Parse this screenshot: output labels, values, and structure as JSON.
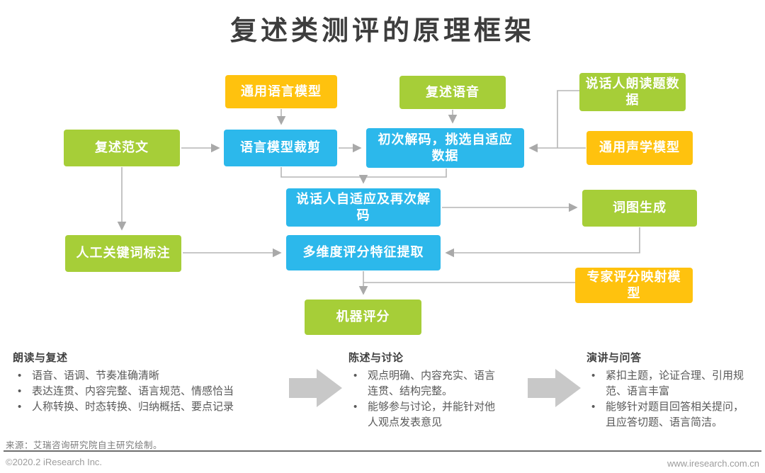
{
  "title": "复述类测评的原理框架",
  "colors": {
    "yellow": "#FFC20E",
    "green": "#A6CE38",
    "blue": "#2CB8EB",
    "connector_gray": "#B5B5B5",
    "big_arrow_gray": "#C8C8C8",
    "title_text": "#3D3D3D",
    "body_text": "#595959"
  },
  "flowchart": {
    "nodes": [
      {
        "id": "general-language-model",
        "label": "通用语言模型",
        "color": "yellow"
      },
      {
        "id": "retell-speech",
        "label": "复述语音",
        "color": "green"
      },
      {
        "id": "speaker-reading-data",
        "label": "说话人朗读题数\n据",
        "color": "green"
      },
      {
        "id": "retell-passage",
        "label": "复述范文",
        "color": "green"
      },
      {
        "id": "language-model-pruning",
        "label": "语言模型裁剪",
        "color": "blue"
      },
      {
        "id": "first-decoding",
        "label": "初次解码，挑选自适应\n数据",
        "color": "blue"
      },
      {
        "id": "general-acoustic-model",
        "label": "通用声学模型",
        "color": "yellow"
      },
      {
        "id": "speaker-adaptation-redecoding",
        "label": "说话人自适应及再次解\n码",
        "color": "blue"
      },
      {
        "id": "word-lattice-generation",
        "label": "词图生成",
        "color": "green"
      },
      {
        "id": "manual-keyword-annotation",
        "label": "人工关键词标注",
        "color": "green"
      },
      {
        "id": "multidim-scoring-features",
        "label": "多维度评分特征提取",
        "color": "blue"
      },
      {
        "id": "expert-score-mapping-model",
        "label": "专家评分映射模\n型",
        "color": "yellow"
      },
      {
        "id": "machine-scoring",
        "label": "机器评分",
        "color": "green"
      }
    ]
  },
  "sections": [
    {
      "heading": "朗读与复述",
      "bullets": [
        "语音、语调、节奏准确清晰",
        "表达连贯、内容完整、语言规范、情感恰当",
        "人称转换、时态转换、归纳概括、要点记录"
      ]
    },
    {
      "heading": "陈述与讨论",
      "bullets": [
        "观点明确、内容充实、语言连贯、结构完整。",
        "能够参与讨论，并能针对他人观点发表意见"
      ]
    },
    {
      "heading": "演讲与问答",
      "bullets": [
        "紧扣主题，论证合理、引用规范、语言丰富",
        "能够针对题目回答相关提问，且应答切题、语言简洁。"
      ]
    }
  ],
  "footer": {
    "source": "来源：艾瑞咨询研究院自主研究绘制。",
    "copyright": "©2020.2 iResearch Inc.",
    "website": "www.iresearch.com.cn"
  }
}
